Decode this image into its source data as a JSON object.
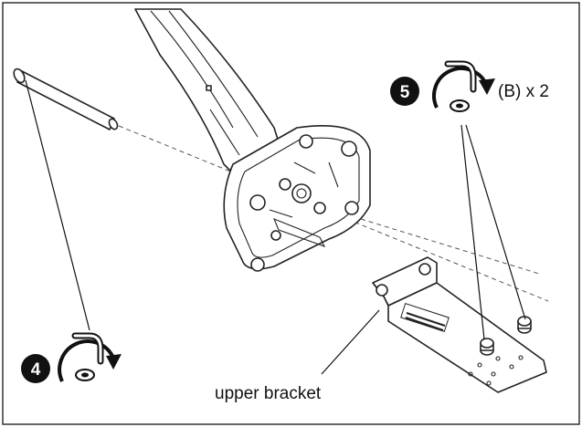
{
  "steps": [
    {
      "number": "4",
      "icon": "allen-key-turn-icon"
    },
    {
      "number": "5",
      "icon": "allen-key-turn-icon",
      "note": "(B) x 2"
    }
  ],
  "part_labels": {
    "upper_bracket": "upper bracket"
  },
  "colors": {
    "ink": "#111111",
    "paper": "#ffffff",
    "frame": "#333333"
  }
}
